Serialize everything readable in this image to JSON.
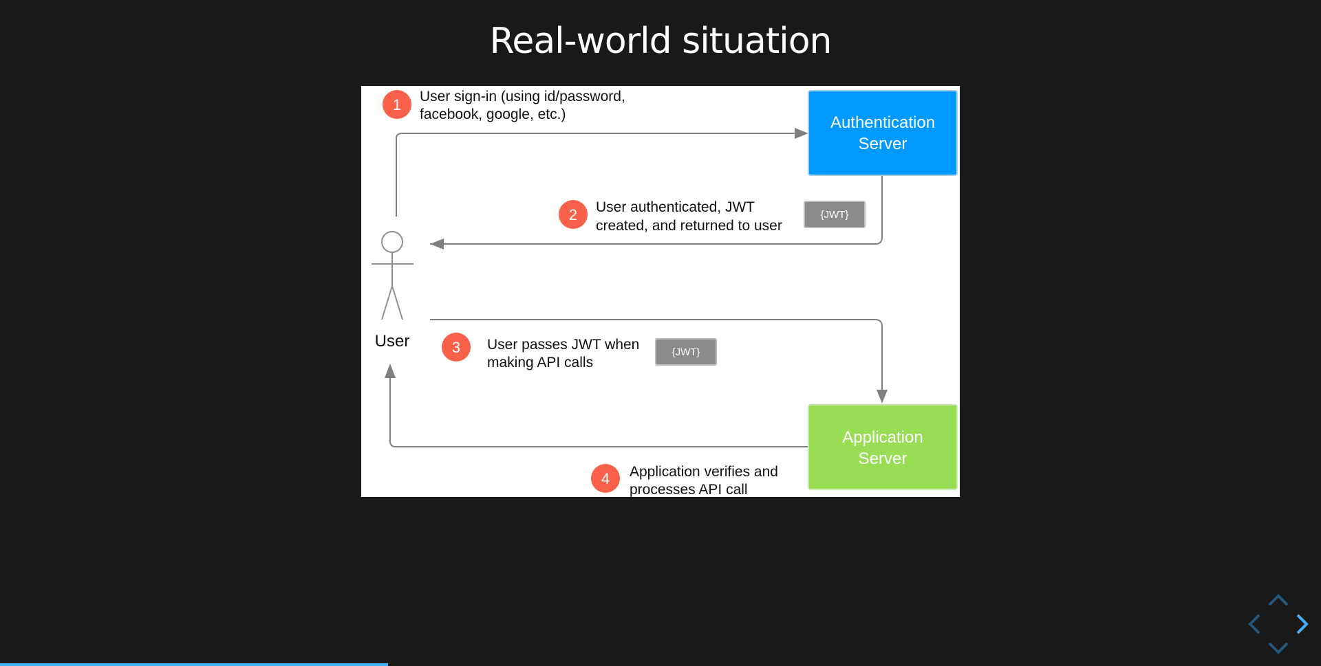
{
  "slide": {
    "title": "Real-world situation"
  },
  "diagram": {
    "steps": [
      {
        "number": "1",
        "line1": "User sign-in (using id/password,",
        "line2": "facebook, google, etc.)"
      },
      {
        "number": "2",
        "line1": "User authenticated, JWT",
        "line2": "created, and returned to user"
      },
      {
        "number": "3",
        "line1": "User passes JWT when",
        "line2": "making API calls"
      },
      {
        "number": "4",
        "line1": "Application verifies and",
        "line2": "processes API call"
      }
    ],
    "auth_server": {
      "line1": "Authentication",
      "line2": "Server"
    },
    "app_server": {
      "line1": "Application",
      "line2": "Server"
    },
    "user_label": "User",
    "token_label": "{JWT}",
    "colors": {
      "badge": "#f9604a",
      "auth_server": "#0099ff",
      "app_server": "#99dd55",
      "arrow": "#808080",
      "token": "#8a8a8a"
    }
  },
  "navigation": {
    "progress_fraction": 0.294,
    "accent_color": "#42affa"
  }
}
